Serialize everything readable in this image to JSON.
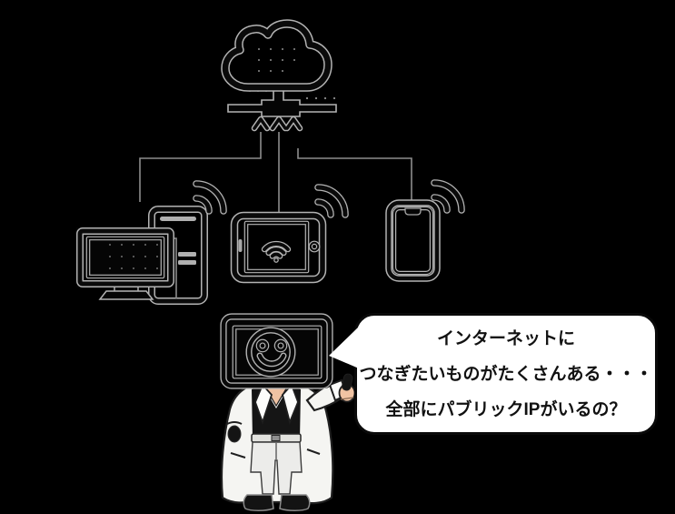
{
  "illustration": {
    "background_color": "#000000",
    "icon_style": {
      "ink_color": "#0a0a0a",
      "halo_color": "#b3b3b3"
    },
    "icons": {
      "cloud": "cloud-icon",
      "router": "router-icon",
      "upload_arrows": "upload-arrows-icon",
      "desktop_pc": "desktop-pc-icon",
      "tablet": "tablet-icon",
      "smartphone": "smartphone-icon",
      "wifi_signal": "wifi-signal-icon",
      "smiley": "smiley-face-icon"
    },
    "connections": [
      "cloud-router",
      "router-desktop-pc",
      "router-tablet",
      "router-smartphone"
    ],
    "character": {
      "coat_color": "#f5f5f2",
      "shirt_color": "#151515",
      "skin_color": "#f0c3a3",
      "pants_color": "#ececea",
      "shoe_color": "#131313"
    }
  },
  "speech_bubble": {
    "background_color": "#ffffff",
    "text_color": "#111111",
    "lines": [
      "インターネットに",
      "つなぎたいものがたくさんある・・・",
      "全部にパブリックIPがいるの？"
    ]
  }
}
